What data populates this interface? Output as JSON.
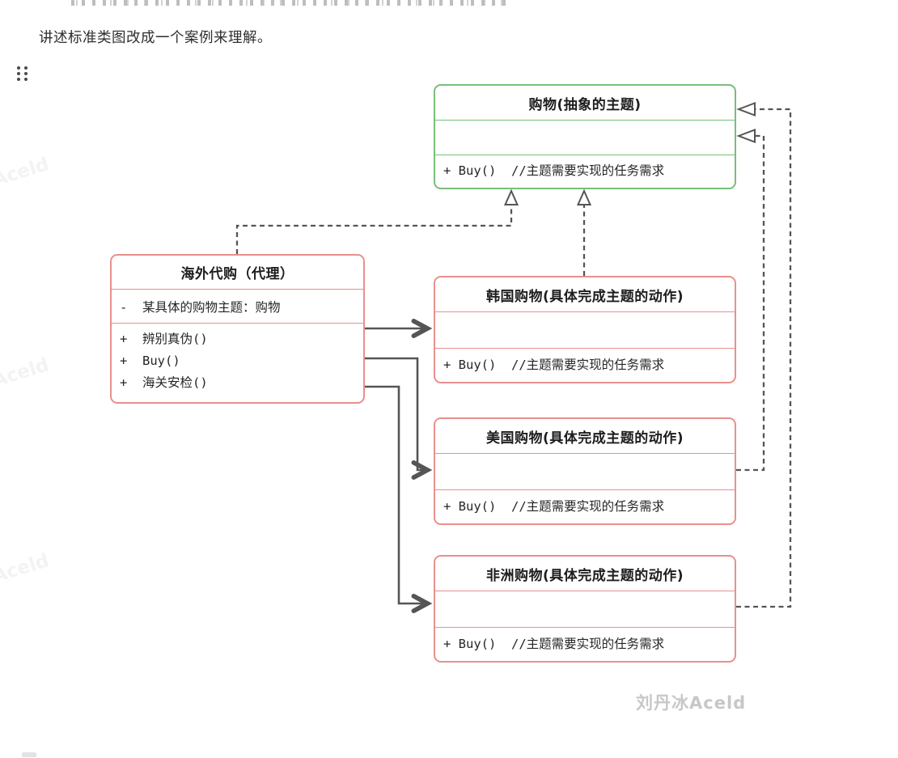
{
  "page": {
    "intro_text": "讲述标准类图改成一个案例来理解。",
    "watermark_bottom": "刘丹冰Aceld",
    "watermark_side": "Aceld"
  },
  "diagram": {
    "colors": {
      "abstract_border": "#78be7b",
      "concrete_border": "#e8908e",
      "line": "#555555"
    },
    "classes": [
      {
        "id": "abstract-subject",
        "title": "购物(抽象的主题)",
        "attributes": "",
        "methods": [
          "+ Buy()  //主题需要实现的任务需求"
        ]
      },
      {
        "id": "proxy",
        "title": "海外代购（代理）",
        "attributes": "-  某具体的购物主题：购物",
        "methods": [
          "+  辨别真伪()",
          "+  Buy()",
          "+  海关安检()"
        ]
      },
      {
        "id": "korea",
        "title": "韩国购物(具体完成主题的动作)",
        "attributes": "",
        "methods": [
          "+ Buy()  //主题需要实现的任务需求"
        ]
      },
      {
        "id": "usa",
        "title": "美国购物(具体完成主题的动作)",
        "attributes": "",
        "methods": [
          "+ Buy()  //主题需要实现的任务需求"
        ]
      },
      {
        "id": "africa",
        "title": "非洲购物(具体完成主题的动作)",
        "attributes": "",
        "methods": [
          "+ Buy()  //主题需要实现的任务需求"
        ]
      }
    ]
  }
}
